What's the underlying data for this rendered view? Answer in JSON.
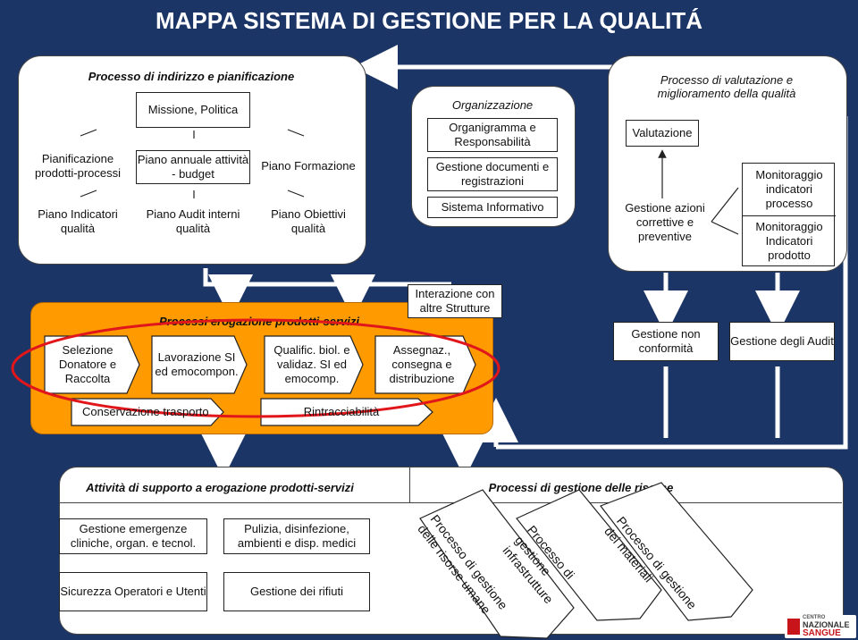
{
  "title": "MAPPA SISTEMA DI GESTIONE PER LA QUALITÁ",
  "planning": {
    "header": "Processo di indirizzo e pianificazione",
    "mission": "Missione, Politica",
    "r1": [
      "Pianificazione prodotti-processi",
      "Piano annuale attività - budget",
      "Piano Formazione"
    ],
    "r2": [
      "Piano Indicatori qualità",
      "Piano Audit interni qualità",
      "Piano Obiettivi qualità"
    ]
  },
  "org": {
    "header": "Organizzazione",
    "items": [
      "Organigramma e Responsabilità",
      "Gestione documenti e registrazioni",
      "Sistema Informativo"
    ]
  },
  "evaluation": {
    "header": "Processo di valutazione e miglioramento della qualità",
    "valutazione": "Valutazione",
    "azioni": "Gestione azioni correttive e preventive",
    "mon1": "Monitoraggio indicatori processo",
    "mon2": "Monitoraggio Indicatori prodotto"
  },
  "delivery": {
    "header": "Processi erogazione prodotti-servizi",
    "interazione": "Interazione con altre Strutture",
    "steps": [
      "Selezione Donatore e Raccolta",
      "Lavorazione SI ed emocompon.",
      "Qualific. biol. e validaz. SI ed emocomp.",
      "Assegnaz., consegna e distribuzione"
    ],
    "conservazione": "Conservazione trasporto",
    "rintracciabilita": "Rintracciabilità"
  },
  "side": {
    "nonconf": "Gestione non conformità",
    "audit": "Gestione degli Audit"
  },
  "support": {
    "header": "Attività di supporto a erogazione prodotti-servizi",
    "items": [
      "Gestione emergenze cliniche, organ. e tecnol.",
      "Pulizia, disinfezione, ambienti e disp. medici",
      "Sicurezza Operatori e Utenti",
      "Gestione dei rifiuti"
    ]
  },
  "resources": {
    "header": "Processi di gestione delle risorse",
    "arrows": [
      "Processo di gestione delle risorse umane",
      "Processo di gestione infrastrutture",
      "Processo di gestione dei materiali"
    ]
  },
  "logo": {
    "line1": "CENTRO",
    "line2": "NAZIONALE",
    "line3": "SANGUE"
  },
  "colors": {
    "background": "#1c3567",
    "orange": "#ff9a00",
    "ellipse": "#e0161b",
    "arrow": "#ffffff"
  }
}
